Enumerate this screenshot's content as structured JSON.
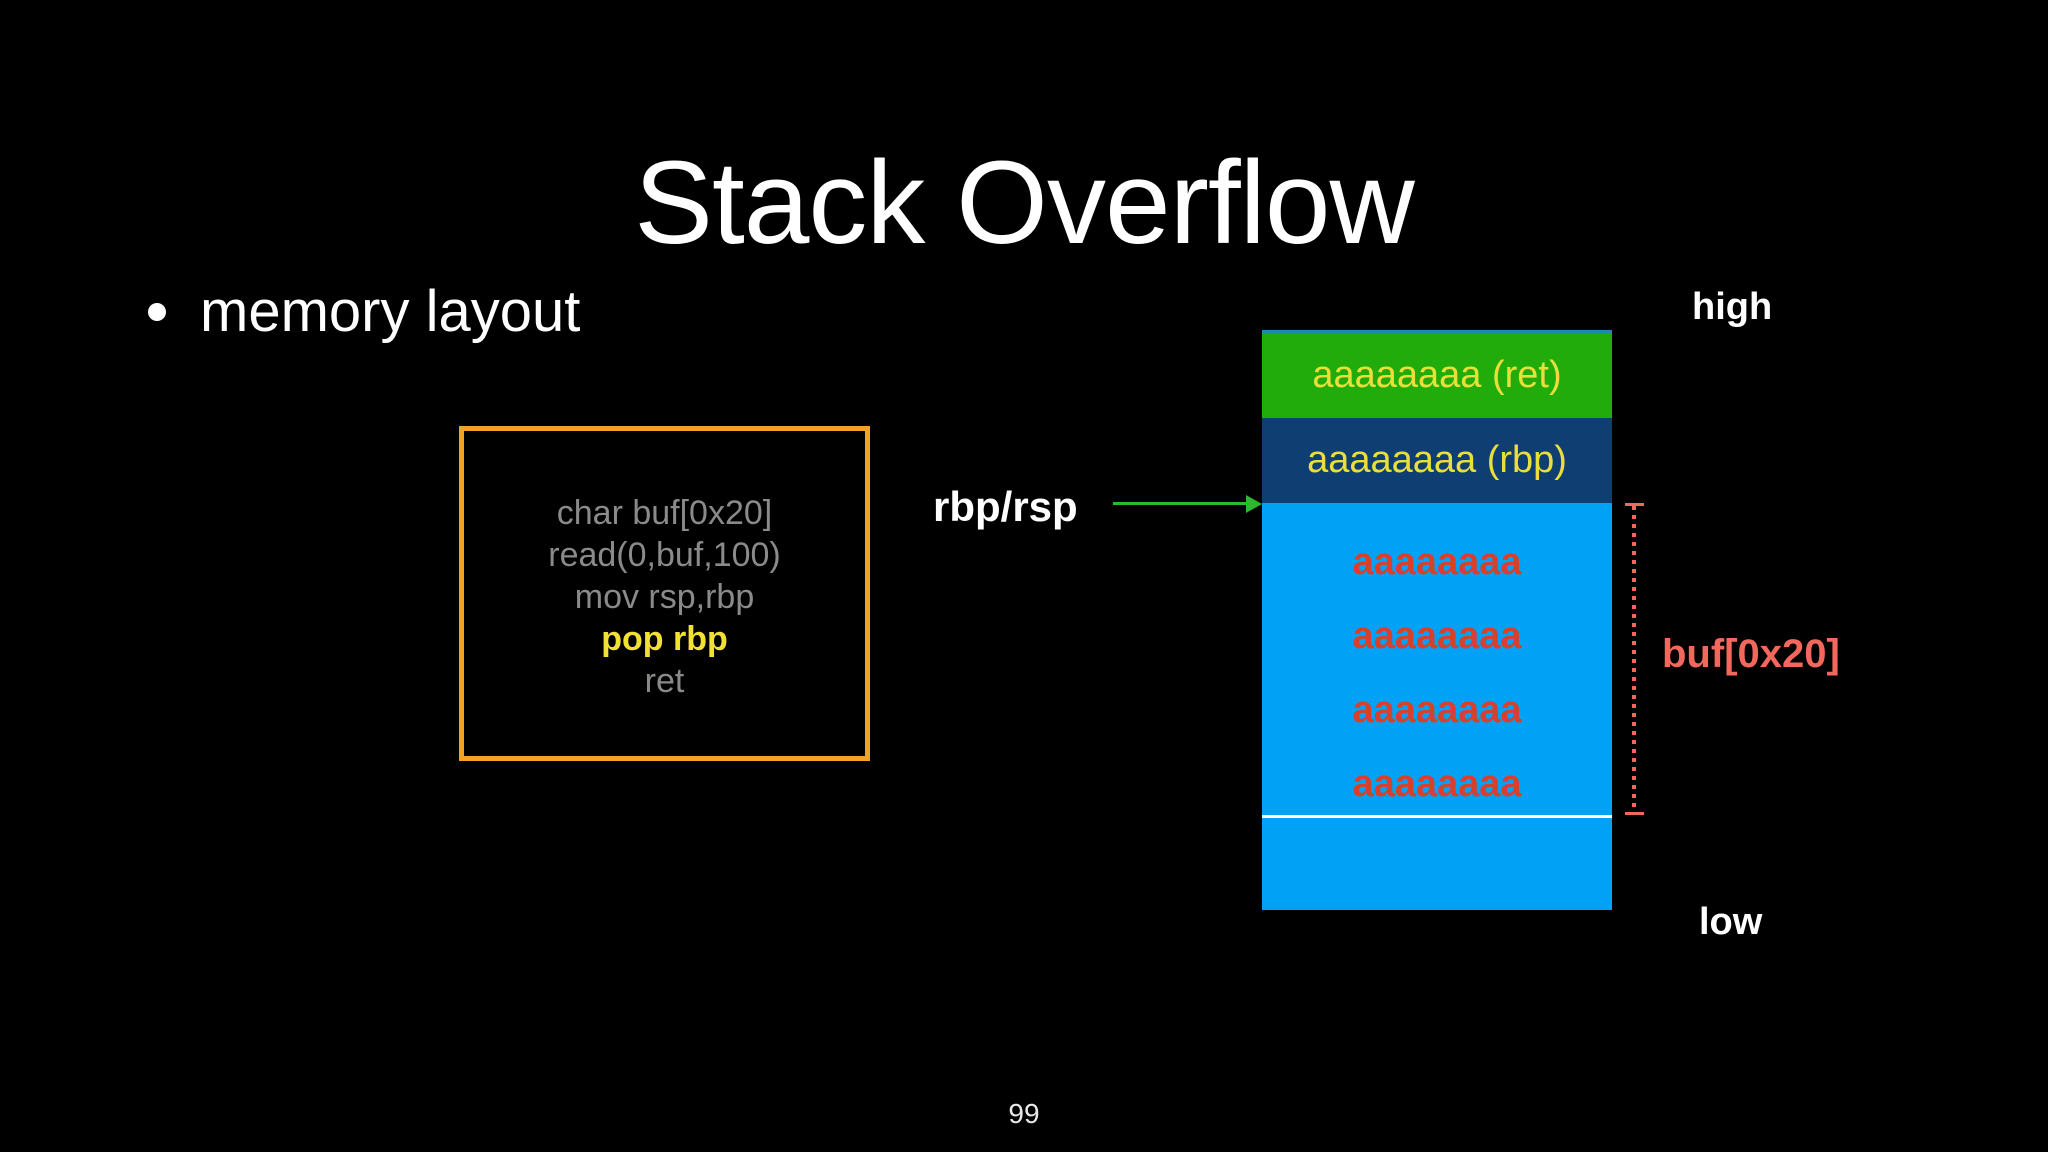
{
  "slide": {
    "title": "Stack Overflow",
    "bullet": "memory layout",
    "page_number": "99"
  },
  "code_box": {
    "lines": [
      "char buf[0x20]",
      "read(0,buf,100)",
      "mov rsp,rbp",
      "pop rbp",
      "ret"
    ],
    "highlighted_line": "pop rbp"
  },
  "pointer": {
    "label": "rbp/rsp"
  },
  "stack": {
    "high_label": "high",
    "low_label": "low",
    "rows": {
      "ret": "aaaaaaaa (ret)",
      "rbp": "aaaaaaaa (rbp)"
    },
    "buffer_rows": [
      "aaaaaaaa",
      "aaaaaaaa",
      "aaaaaaaa",
      "aaaaaaaa"
    ],
    "buf_label": "buf[0x20]"
  },
  "colors": {
    "background": "#000000",
    "title_text": "#ffffff",
    "code_text": "#8a8a8a",
    "highlight_yellow": "#f2e135",
    "box_border_orange": "#f2a227",
    "ret_row_green": "#21ac0c",
    "rbp_row_navy": "#0f3e73",
    "buffer_cyan": "#01a1f6",
    "buffer_text_red": "#d8402e",
    "stack_label_yellow": "#eadf3a",
    "bracket_salmon": "#f2685c",
    "arrow_green": "#2db82f"
  }
}
